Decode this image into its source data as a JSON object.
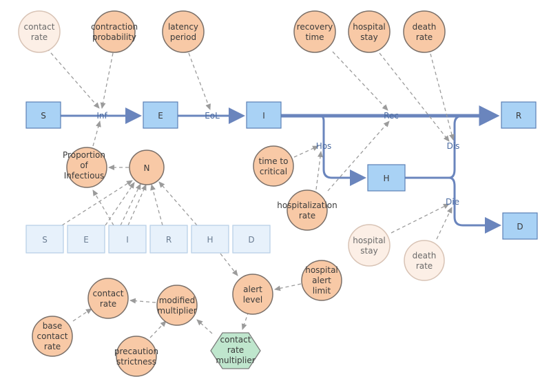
{
  "stocks": [
    {
      "id": "S",
      "label": "S"
    },
    {
      "id": "E",
      "label": "E"
    },
    {
      "id": "I",
      "label": "I"
    },
    {
      "id": "H",
      "label": "H"
    },
    {
      "id": "R",
      "label": "R"
    },
    {
      "id": "D",
      "label": "D"
    }
  ],
  "ghost_stocks": [
    {
      "id": "S",
      "label": "S"
    },
    {
      "id": "E",
      "label": "E"
    },
    {
      "id": "I",
      "label": "I"
    },
    {
      "id": "R",
      "label": "R"
    },
    {
      "id": "H",
      "label": "H"
    },
    {
      "id": "D",
      "label": "D"
    }
  ],
  "flows": [
    {
      "id": "inf",
      "label": "Inf"
    },
    {
      "id": "eol",
      "label": "EoL"
    },
    {
      "id": "rec",
      "label": "Rec"
    },
    {
      "id": "hos",
      "label": "Hos"
    },
    {
      "id": "dis",
      "label": "Dis"
    },
    {
      "id": "die",
      "label": "Die"
    }
  ],
  "variables": [
    {
      "id": "contact_rate_top",
      "lines": [
        "contact",
        "rate"
      ],
      "faint": true
    },
    {
      "id": "contraction_probability",
      "lines": [
        "contraction",
        "probability"
      ]
    },
    {
      "id": "latency_period",
      "lines": [
        "latency",
        "period"
      ]
    },
    {
      "id": "recovery_time",
      "lines": [
        "recovery",
        "time"
      ]
    },
    {
      "id": "hospital_stay_top",
      "lines": [
        "hospital",
        "stay"
      ]
    },
    {
      "id": "death_rate_top",
      "lines": [
        "death",
        "rate"
      ]
    },
    {
      "id": "proportion_infectious",
      "lines": [
        "Proportion",
        "of",
        "Infectious"
      ]
    },
    {
      "id": "N",
      "lines": [
        "N"
      ]
    },
    {
      "id": "time_to_critical",
      "lines": [
        "time to",
        "critical"
      ]
    },
    {
      "id": "hospitalization_rate",
      "lines": [
        "hospitalization",
        "rate"
      ]
    },
    {
      "id": "hospital_stay_ghost",
      "lines": [
        "hospital",
        "stay"
      ],
      "faint": true
    },
    {
      "id": "death_rate_ghost",
      "lines": [
        "death",
        "rate"
      ],
      "faint": true
    },
    {
      "id": "alert_level",
      "lines": [
        "alert",
        "level"
      ]
    },
    {
      "id": "hospital_alert_limit",
      "lines": [
        "hospital",
        "alert",
        "limit"
      ]
    },
    {
      "id": "contact_rate_bottom",
      "lines": [
        "contact",
        "rate"
      ]
    },
    {
      "id": "modified_multiplier",
      "lines": [
        "modified",
        "multiplier"
      ]
    },
    {
      "id": "base_contact_rate",
      "lines": [
        "base",
        "contact",
        "rate"
      ]
    },
    {
      "id": "precaution_strictness",
      "lines": [
        "precaution",
        "strictness"
      ]
    }
  ],
  "hexagons": [
    {
      "id": "contact_rate_multiplier",
      "lines": [
        "contact",
        "rate",
        "multiplier"
      ]
    }
  ],
  "colors": {
    "stock_fill": "#a9d2f5",
    "aux_fill": "#f8c9a6",
    "flow": "#6a85bd",
    "link": "#9b9b9b",
    "hex_fill": "#bfe6cd"
  }
}
